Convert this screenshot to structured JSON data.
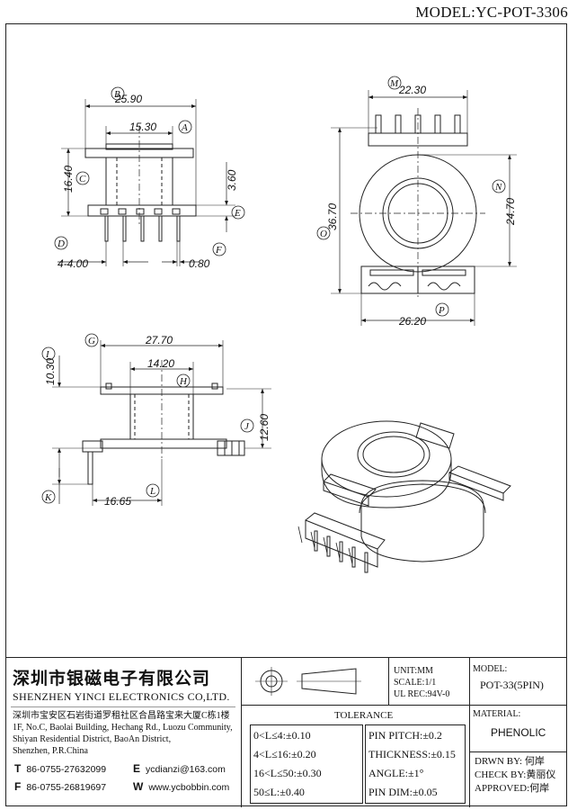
{
  "model_title": "MODEL:YC-POT-3306",
  "dims": {
    "B": "25.90",
    "A_val": "15.30",
    "C": "16.40",
    "E_val": "3.60",
    "D": "4-4.00",
    "F": "0.80",
    "M": "22.30",
    "O": "36.70",
    "N": "24.70",
    "P": "26.20",
    "G": "27.70",
    "I": "10.30",
    "H": "14.20",
    "J": "12.60",
    "L": "16.65"
  },
  "letters": {
    "A": "A",
    "B": "B",
    "C": "C",
    "D": "D",
    "E": "E",
    "F": "F",
    "G": "G",
    "H": "H",
    "I": "I",
    "J": "J",
    "K": "K",
    "L": "L",
    "M": "M",
    "N": "N",
    "O": "O",
    "P": "P"
  },
  "company": {
    "name_cn": "深圳市银磁电子有限公司",
    "name_en": "SHENZHEN YINCI ELECTRONICS CO,LTD.",
    "address_cn": "深圳市宝安区石岩街道罗租社区合昌路宝来大厦C栋1楼",
    "address_en_1": "1F, No.C, Baolai Building, Hechang Rd., Luozu Community,",
    "address_en_2": "Shiyan Residential District, BaoAn District,",
    "address_en_3": "Shenzhen, P.R.China",
    "tel_label": "T",
    "tel": "86-0755-27632099",
    "fax_label": "F",
    "fax": "86-0755-26819697",
    "email_label": "E",
    "email": "ycdianzi@163.com",
    "web_label": "W",
    "web": "www.ycbobbin.com"
  },
  "unit": {
    "unit": "UNIT:MM",
    "scale": "SCALE:1/1",
    "ul": "UL REC:94V-0"
  },
  "model": {
    "label": "MODEL:",
    "value": "POT-33(5PIN)"
  },
  "tolerance": {
    "title": "TOLERANCE",
    "left": [
      "0<L≤4:±0.10",
      "4<L≤16:±0.20",
      "16<L≤50:±0.30",
      "50≤L:±0.40"
    ],
    "right": [
      "PIN PITCH:±0.2",
      "THICKNESS:±0.15",
      "ANGLE:±1°",
      "PIN DIM:±0.05"
    ]
  },
  "material": {
    "label": "MATERIAL:",
    "value": "PHENOLIC"
  },
  "approvals": {
    "drawn": "DRWN BY: 何岸",
    "check": "CHECK BY:黄丽仪",
    "approved": "APPROVED:何岸"
  }
}
